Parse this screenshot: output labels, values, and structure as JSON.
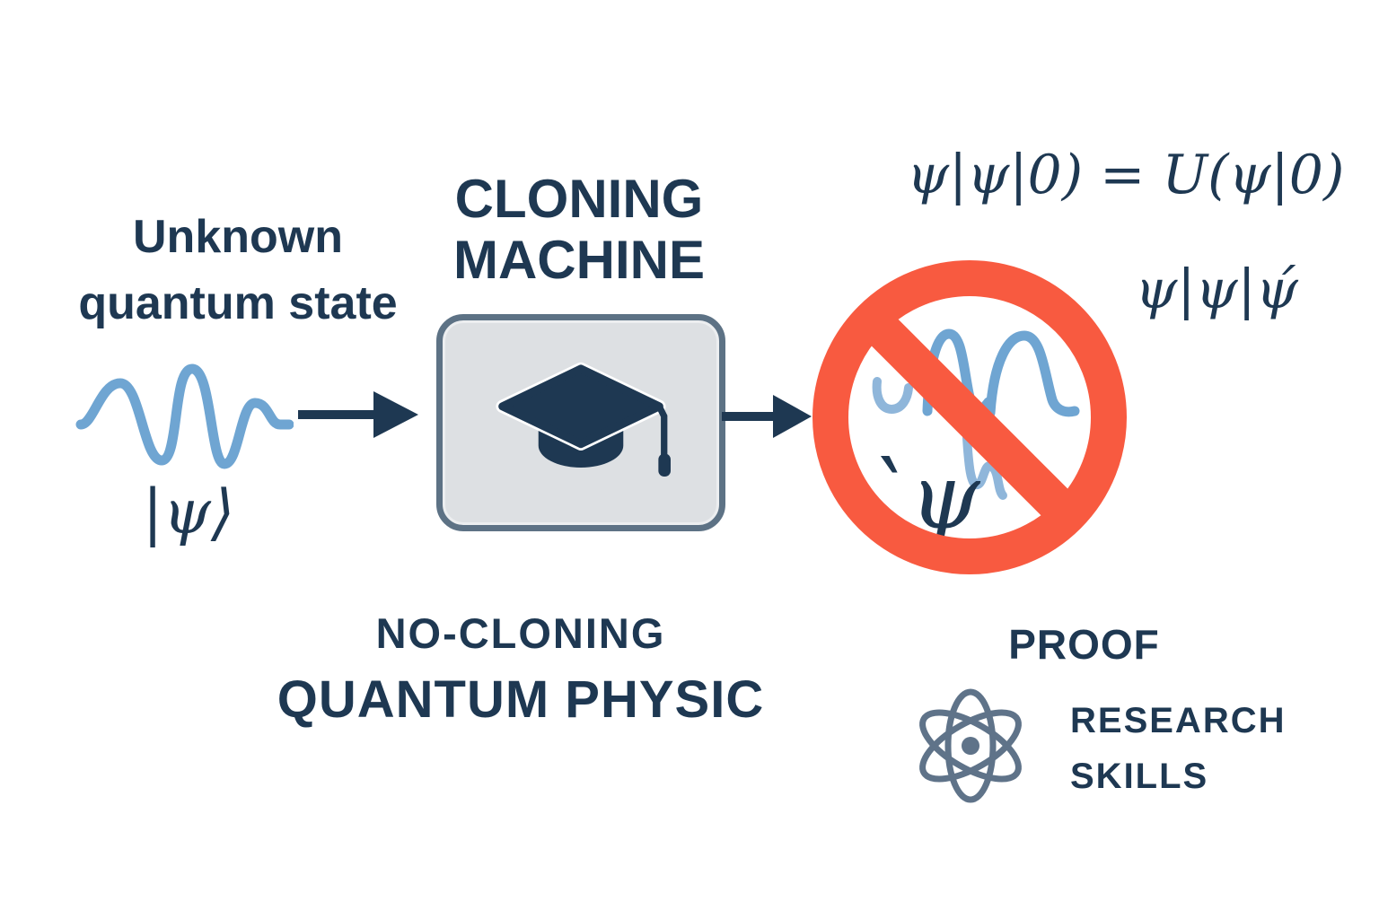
{
  "colors": {
    "navy": "#1e3852",
    "wave-blue": "#6fa5d2",
    "wave-blue-light": "#8fb6da",
    "red": "#f85a40",
    "box-fill": "#dde0e3",
    "box-border": "#5d7285",
    "atom-slate": "#5f7389"
  },
  "source": {
    "label_line1": "Unknown",
    "label_line2": "quantum state",
    "ket": "|ψ⟩"
  },
  "machine": {
    "title_line1": "CLONING",
    "title_line2": "MACHINE"
  },
  "forbidden": {
    "psi": "`ψ"
  },
  "equations": {
    "line1": "ψ|ψ|0) = U(ψ|0)",
    "line2": "ψ|ψ|ψ́"
  },
  "captions": {
    "theorem_line1": "NO-CLONING",
    "theorem_line2": "QUANTUM PHYSIC",
    "proof": "PROOF",
    "skills_line1": "RESEARCH",
    "skills_line2": "SKILLS"
  },
  "icons": {
    "source_wave": "wave-packet-icon",
    "flow_in": "arrow-right-icon",
    "machine": "graduation-cap-icon",
    "flow_out": "arrow-right-icon",
    "forbidden": "no-sign-icon",
    "proof": "atom-icon"
  }
}
